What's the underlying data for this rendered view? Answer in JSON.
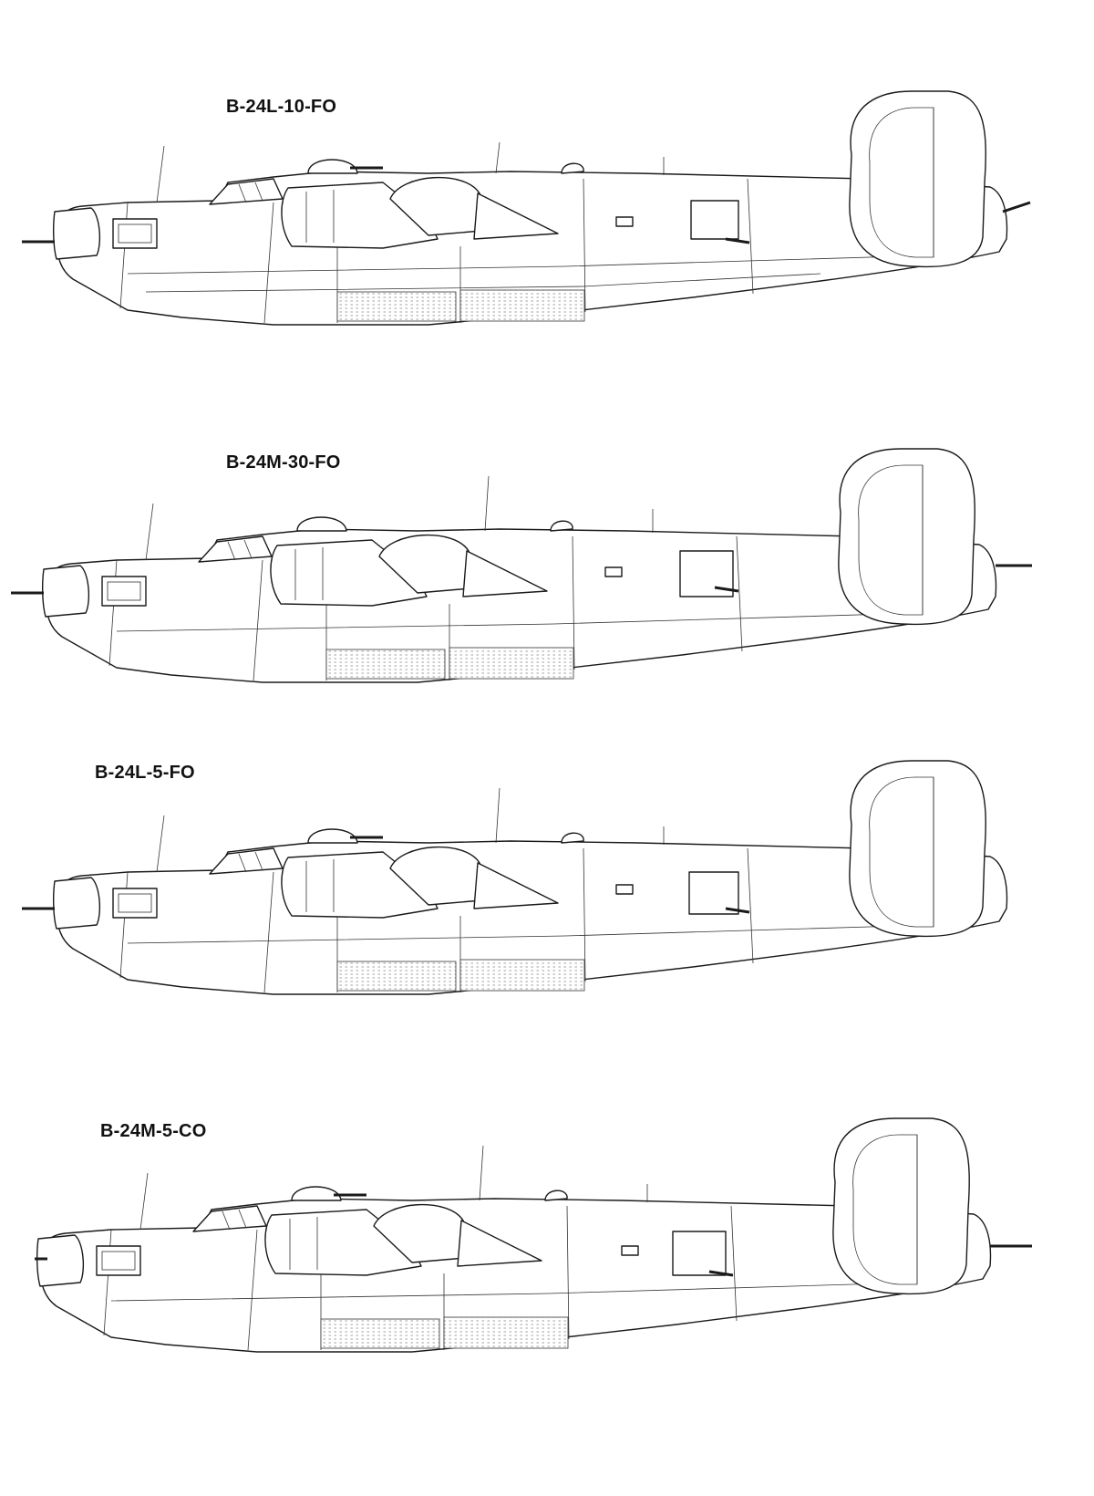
{
  "aircraft": [
    {
      "designation": "B-24L-10-FO"
    },
    {
      "designation": "B-24M-30-FO"
    },
    {
      "designation": "B-24L-5-FO"
    },
    {
      "designation": "B-24M-5-CO"
    }
  ],
  "colors": {
    "line": "#1a1a1a",
    "paper": "#ffffff"
  }
}
